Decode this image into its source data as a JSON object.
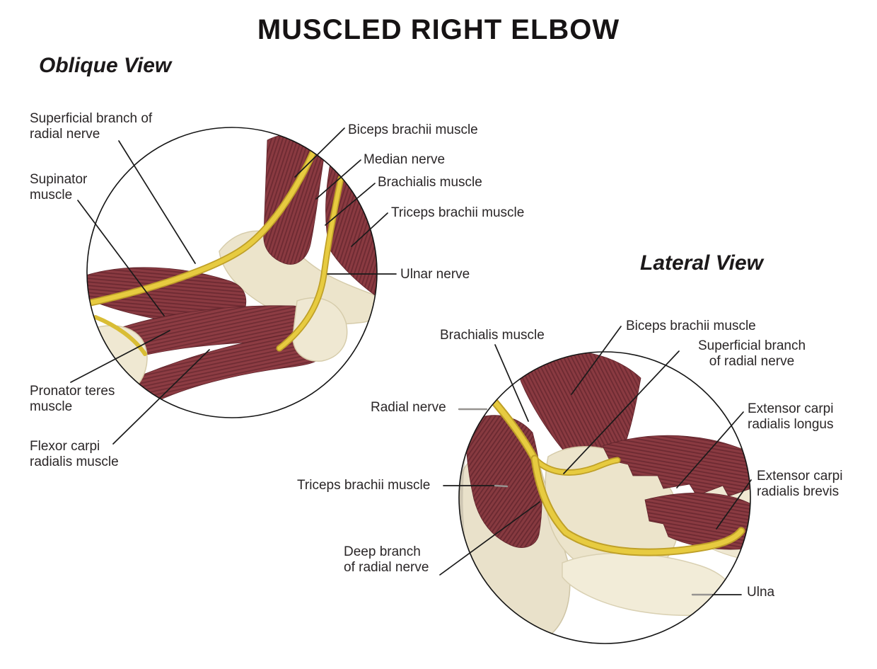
{
  "title": "MUSCLED RIGHT ELBOW",
  "oblique": {
    "heading": "Oblique View",
    "labels": [
      {
        "name": "superficial-branch-of-radial-nerve",
        "text": "Superficial branch of\nradial nerve"
      },
      {
        "name": "supinator-muscle",
        "text": "Supinator\nmuscle"
      },
      {
        "name": "biceps-brachii-muscle",
        "text": "Biceps brachii muscle"
      },
      {
        "name": "median-nerve",
        "text": "Median nerve"
      },
      {
        "name": "brachialis-muscle",
        "text": "Brachialis muscle"
      },
      {
        "name": "triceps-brachii-muscle",
        "text": "Triceps brachii muscle"
      },
      {
        "name": "ulnar-nerve",
        "text": "Ulnar nerve"
      },
      {
        "name": "pronator-teres-muscle",
        "text": "Pronator teres\nmuscle"
      },
      {
        "name": "flexor-carpi-radialis-muscle",
        "text": "Flexor carpi\nradialis muscle"
      }
    ]
  },
  "lateral": {
    "heading": "Lateral View",
    "labels": [
      {
        "name": "brachialis-muscle",
        "text": "Brachialis muscle"
      },
      {
        "name": "biceps-brachii-muscle",
        "text": "Biceps brachii muscle"
      },
      {
        "name": "superficial-branch-of-radial-nerve",
        "text": "Superficial branch\nof radial nerve"
      },
      {
        "name": "radial-nerve",
        "text": "Radial nerve"
      },
      {
        "name": "extensor-carpi-radialis-longus",
        "text": "Extensor carpi\nradialis longus"
      },
      {
        "name": "triceps-brachii-muscle",
        "text": "Triceps brachii muscle"
      },
      {
        "name": "extensor-carpi-radialis-brevis",
        "text": "Extensor carpi\nradialis brevis"
      },
      {
        "name": "deep-branch-of-radial-nerve",
        "text": "Deep branch\nof radial nerve"
      },
      {
        "name": "ulna",
        "text": "Ulna"
      }
    ]
  },
  "colors": {
    "muscle": "#8a3a41",
    "muscle_striation": "#6d2a32",
    "tendon_bone": "#ece4cb",
    "nerve": "#e7cb40",
    "leader_line": "#1a1a1a",
    "leader_line_gray": "#969390",
    "background": "#ffffff"
  }
}
